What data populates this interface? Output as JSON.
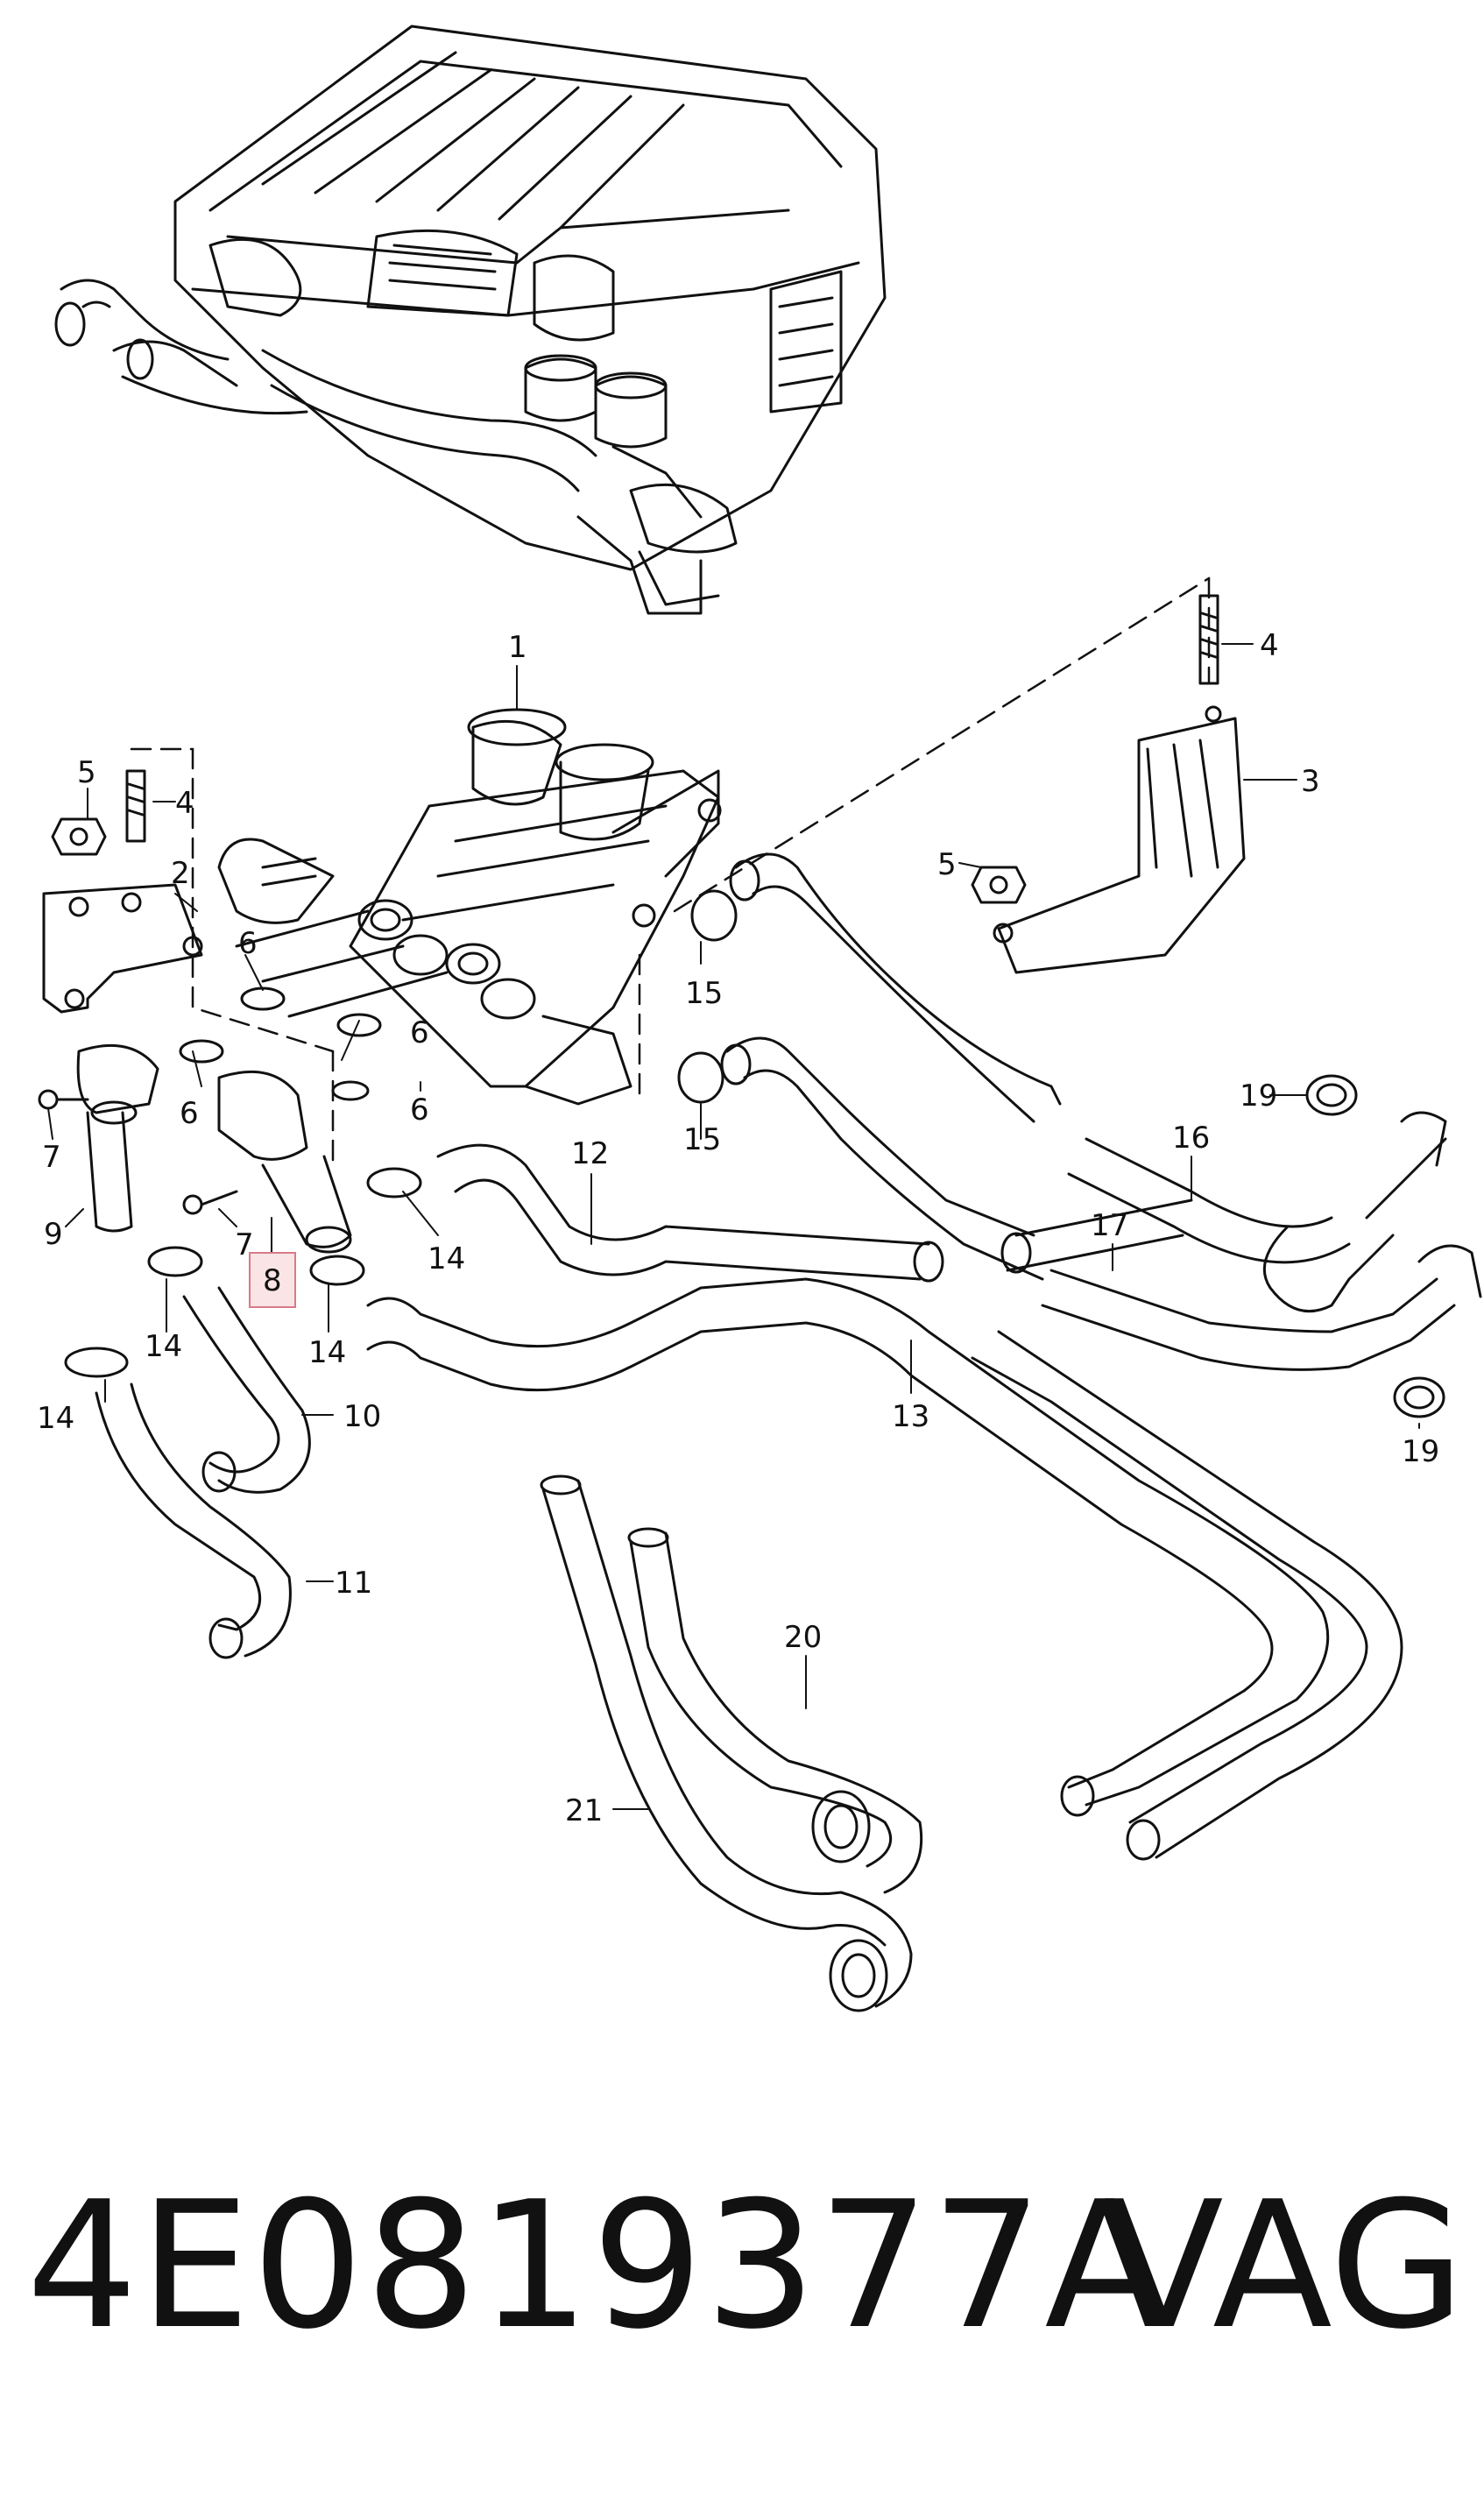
{
  "diagram": {
    "callouts": [
      {
        "id": "c1",
        "text": "1"
      },
      {
        "id": "c2",
        "text": "2"
      },
      {
        "id": "c3",
        "text": "3"
      },
      {
        "id": "c4a",
        "text": "4"
      },
      {
        "id": "c4b",
        "text": "4"
      },
      {
        "id": "c5a",
        "text": "5"
      },
      {
        "id": "c5b",
        "text": "5"
      },
      {
        "id": "c6a",
        "text": "6"
      },
      {
        "id": "c6b",
        "text": "6"
      },
      {
        "id": "c6c",
        "text": "6"
      },
      {
        "id": "c6d",
        "text": "6"
      },
      {
        "id": "c7a",
        "text": "7"
      },
      {
        "id": "c7b",
        "text": "7"
      },
      {
        "id": "c8",
        "text": "8"
      },
      {
        "id": "c9",
        "text": "9"
      },
      {
        "id": "c10",
        "text": "10"
      },
      {
        "id": "c11",
        "text": "11"
      },
      {
        "id": "c12",
        "text": "12"
      },
      {
        "id": "c13",
        "text": "13"
      },
      {
        "id": "c14a",
        "text": "14"
      },
      {
        "id": "c14b",
        "text": "14"
      },
      {
        "id": "c14c",
        "text": "14"
      },
      {
        "id": "c14d",
        "text": "14"
      },
      {
        "id": "c15a",
        "text": "15"
      },
      {
        "id": "c15b",
        "text": "15"
      },
      {
        "id": "c16",
        "text": "16"
      },
      {
        "id": "c17",
        "text": "17"
      },
      {
        "id": "c19a",
        "text": "19"
      },
      {
        "id": "c19b",
        "text": "19"
      },
      {
        "id": "c20",
        "text": "20"
      },
      {
        "id": "c21",
        "text": "21"
      }
    ],
    "highlight_color": "#e8a0a8",
    "line_color": "#111111"
  },
  "footer": {
    "part_number": "4E0819377A",
    "brand": "VAG"
  }
}
